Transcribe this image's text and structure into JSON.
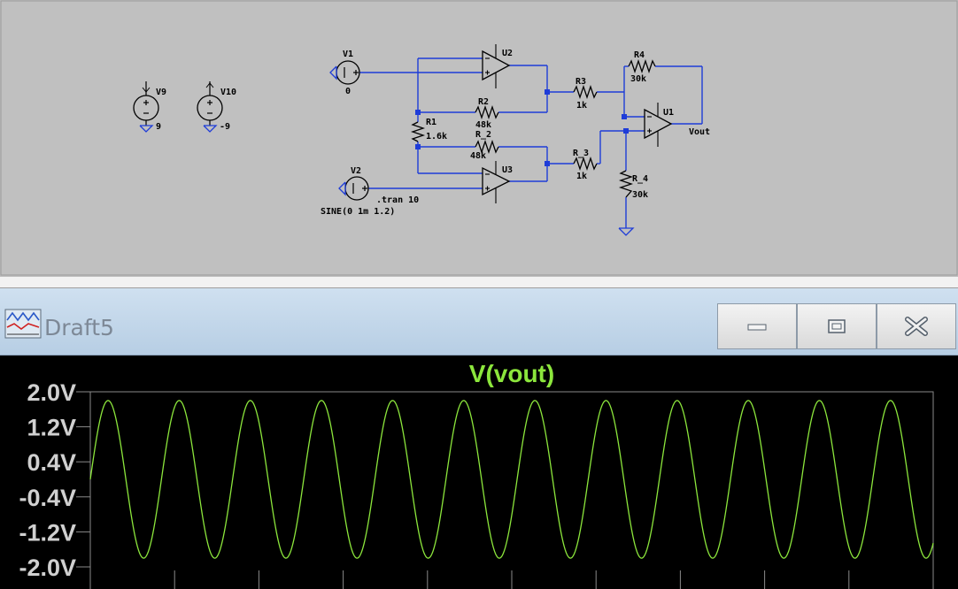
{
  "schematic": {
    "background": "#c0c0c0",
    "wire_color": "#1e3cd8",
    "components": {
      "v9": {
        "name": "V9",
        "value": "9"
      },
      "v10": {
        "name": "V10",
        "value": "-9"
      },
      "v1": {
        "name": "V1",
        "value": "0"
      },
      "v2": {
        "name": "V2",
        "value": "SINE(0 1m 1.2)"
      },
      "u1": {
        "name": "U1"
      },
      "u2": {
        "name": "U2"
      },
      "u3": {
        "name": "U3"
      },
      "r1": {
        "name": "R1",
        "value": "1.6k"
      },
      "r2": {
        "name": "R2",
        "value": "48k"
      },
      "r_2": {
        "name": "R_2",
        "value": "48k"
      },
      "r3": {
        "name": "R3",
        "value": "1k"
      },
      "r_3": {
        "name": "R_3",
        "value": "1k"
      },
      "r4": {
        "name": "R4",
        "value": "30k"
      },
      "r_4": {
        "name": "R_4",
        "value": "30k"
      }
    },
    "directive": ".tran 10",
    "net_label": "Vout"
  },
  "plot_window": {
    "title": "Draft5",
    "trace_name": "V(vout)",
    "trace_color": "#8ce63c",
    "background": "#000000",
    "grid_color": "#8a8a8a"
  },
  "chart_data": {
    "type": "line",
    "title": "V(vout)",
    "y_tick_labels": [
      "2.0V",
      "1.2V",
      "0.4V",
      "-0.4V",
      "-1.2V",
      "-2.0V"
    ],
    "ylim": [
      -2.0,
      2.0
    ],
    "x_range_cycles": [
      0,
      11.85
    ],
    "series": [
      {
        "name": "V(vout)",
        "amplitude": 1.8,
        "cycles": 11.85,
        "phase_deg": 0
      }
    ]
  }
}
